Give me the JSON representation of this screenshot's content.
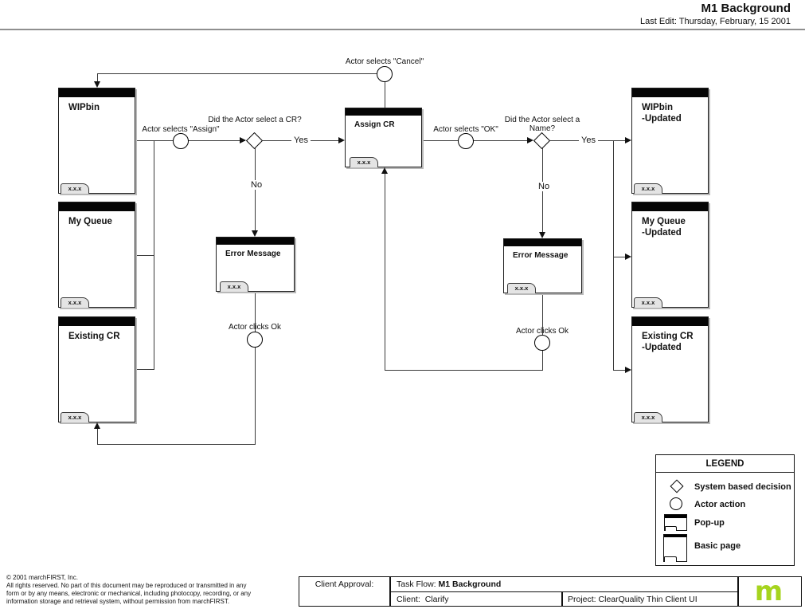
{
  "header": {
    "title": "M1 Background",
    "last_edit": "Last Edit: Thursday, February, 15 2001"
  },
  "diagram": {
    "pages": {
      "wipbin": {
        "title": "WIPbin",
        "tab": "x.x.x"
      },
      "my_queue": {
        "title": "My Queue",
        "tab": "x.x.x"
      },
      "existing_cr": {
        "title": "Existing CR",
        "tab": "x.x.x"
      },
      "wipbin_updated": {
        "title": "WIPbin",
        "subtitle": "-Updated",
        "tab": "x.x.x"
      },
      "my_queue_updated": {
        "title": "My Queue",
        "subtitle": "-Updated",
        "tab": "x.x.x"
      },
      "existing_cr_updated": {
        "title": "Existing CR",
        "subtitle": "-Updated",
        "tab": "x.x.x"
      },
      "assign_cr": {
        "title": "Assign CR",
        "tab": "x.x.x"
      },
      "error_message_left": {
        "title": "Error Message",
        "tab": "x.x.x"
      },
      "error_message_right": {
        "title": "Error Message",
        "tab": "x.x.x"
      }
    },
    "labels": {
      "actor_selects_cancel": "Actor selects \"Cancel\"",
      "actor_selects_assign": "Actor selects \"Assign\"",
      "actor_selects_ok": "Actor selects \"OK\"",
      "did_actor_select_cr": "Did the Actor select a CR?",
      "did_actor_select_name_line1": "Did the Actor select a",
      "did_actor_select_name_line2": "Name?",
      "yes_left": "Yes",
      "no_left": "No",
      "yes_right": "Yes",
      "no_right": "No",
      "actor_clicks_ok_left": "Actor clicks Ok",
      "actor_clicks_ok_right": "Actor clicks Ok"
    }
  },
  "legend": {
    "title": "LEGEND",
    "items": [
      {
        "icon": "diamond-icon",
        "label": "System based decision"
      },
      {
        "icon": "circle-icon",
        "label": "Actor action"
      },
      {
        "icon": "popup-icon",
        "label": "Pop-up"
      },
      {
        "icon": "basic-page-icon",
        "label": "Basic page"
      }
    ]
  },
  "footer": {
    "copyright": {
      "line1": "©  2001 marchFIRST, Inc.",
      "line2": "All rights reserved. No part of this document may be reproduced or transmitted in any",
      "line3": "form or by any means, electronic or mechanical, including photocopy, recording, or any",
      "line4": "information storage and retrieval system, without permission from marchFIRST."
    },
    "approval_table": {
      "client_approval_label": "Client Approval:",
      "task_flow_label": "Task Flow:",
      "task_flow_value": "M1 Background",
      "client_label": "Client:",
      "client_value": "Clarify",
      "project_label": "Project:",
      "project_value": "ClearQuality Thin Client UI"
    },
    "logo": {
      "letter": "m",
      "color": "#a6d41e"
    }
  }
}
